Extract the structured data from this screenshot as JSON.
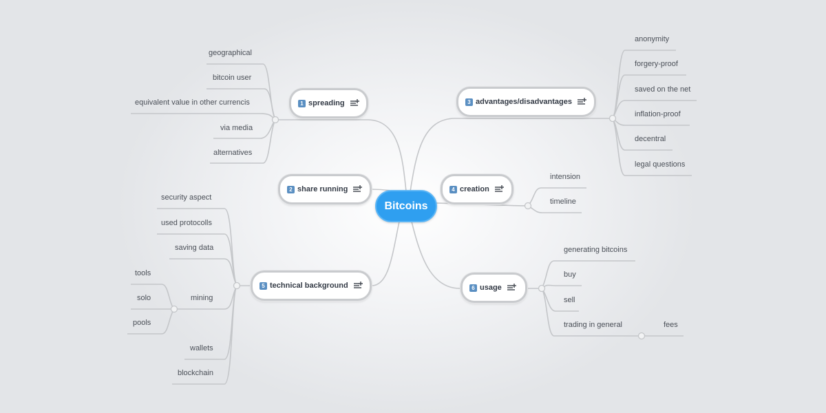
{
  "root": {
    "label": "Bitcoins",
    "color": "#2f9ff0"
  },
  "topics": {
    "spreading": {
      "badge": "1",
      "label": "spreading",
      "children": [
        "geographical",
        "bitcoin user",
        "equivalent value in other currencis",
        "via media",
        "alternatives"
      ]
    },
    "share_running": {
      "badge": "2",
      "label": "share running"
    },
    "advantages": {
      "badge": "3",
      "label": "advantages/disadvantages",
      "children": [
        "anonymity",
        "forgery-proof",
        "saved on the net",
        "inflation-proof",
        "decentral",
        "legal questions"
      ]
    },
    "creation": {
      "badge": "4",
      "label": "creation",
      "children": [
        "intension",
        "timeline"
      ]
    },
    "technical": {
      "badge": "5",
      "label": "technical background",
      "children": [
        "security aspect",
        "used protocolls",
        "saving data",
        "mining",
        "wallets",
        "blockchain"
      ],
      "mining_children": [
        "tools",
        "solo",
        "pools"
      ]
    },
    "usage": {
      "badge": "6",
      "label": "usage",
      "children": [
        "generating bitcoins",
        "buy",
        "sell",
        "trading in general"
      ],
      "trading_children": [
        "fees"
      ]
    }
  },
  "icons": {
    "notes": "notes-icon"
  },
  "colors": {
    "line": "#c4c6c9",
    "badge": "#5a8fc2"
  }
}
